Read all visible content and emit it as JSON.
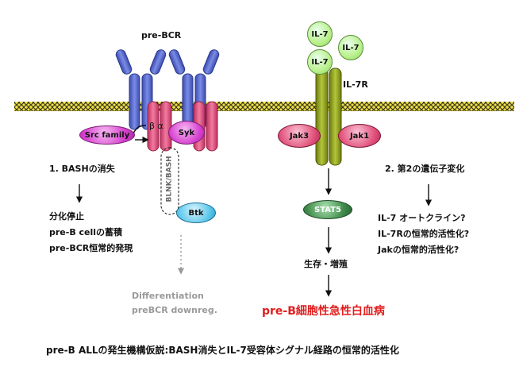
{
  "receptors": {
    "pre_bcr": "pre-BCR",
    "il7r": "IL-7R",
    "il7_ligand": "IL-7"
  },
  "left_path": {
    "src_family": "Src family",
    "syk": "Syk",
    "beta_alpha": "β α",
    "blnk_bash": "BLNK/BASH",
    "btk": "Btk",
    "step1": "1. BASHの消失",
    "result_lines": [
      "分化停止",
      "pre-B cellの蓄積",
      "pre-BCR恒常的発現"
    ],
    "differentiation": "Differentiation",
    "downreg": "preBCR downreg."
  },
  "right_path": {
    "jak3": "Jak3",
    "jak1": "Jak1",
    "stat5": "STAT5",
    "survival": "生存・増殖",
    "step2": "2. 第2の遺伝子変化",
    "hypothesis_lines": [
      "IL-7 オートクライン?",
      "IL-7Rの恒常的活性化?",
      "Jakの恒常的活性化?"
    ]
  },
  "outcome": "pre-B細胞性急性白血病",
  "caption": "pre-B ALLの発生機構仮説:BASH消失とIL-7受容体シグナル経路の恒常的活性化",
  "colors": {
    "igg_blue": "#5b6fd0",
    "iga_pink": "#e0507a",
    "src_magenta": "#d63fcf",
    "membrane_yellow": "#f0e04a",
    "il7_green": "#b9f08a",
    "il7r_olive": "#8a9a1e",
    "stat5_green": "#3f8a4a",
    "btk_cyan": "#5bc7ea",
    "leukemia_red": "#e01e1e",
    "grey_text": "#9a9a9a"
  }
}
